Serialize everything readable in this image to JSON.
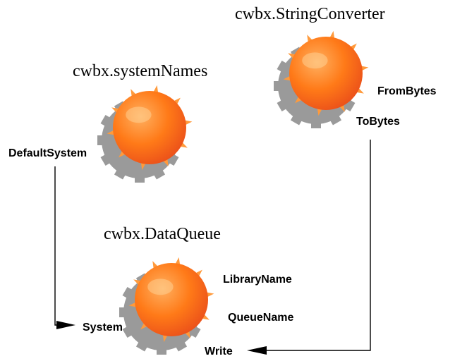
{
  "objects": [
    {
      "title": "cwbx.StringConverter",
      "labels": [
        "FromBytes",
        "ToBytes"
      ]
    },
    {
      "title": "cwbx.systemNames",
      "labels": [
        "DefaultSystem"
      ]
    },
    {
      "title": "cwbx.DataQueue",
      "labels": [
        "LibraryName",
        "QueueName",
        "System",
        "Write"
      ]
    }
  ],
  "colors": {
    "gear_inner": "#ffb060",
    "gear_mid": "#ff7a18",
    "gear_outer": "#e84a1a",
    "gear_teeth": "#ff9a3c",
    "gear_shadow": "#9a9a9a",
    "connector": "#000000"
  }
}
